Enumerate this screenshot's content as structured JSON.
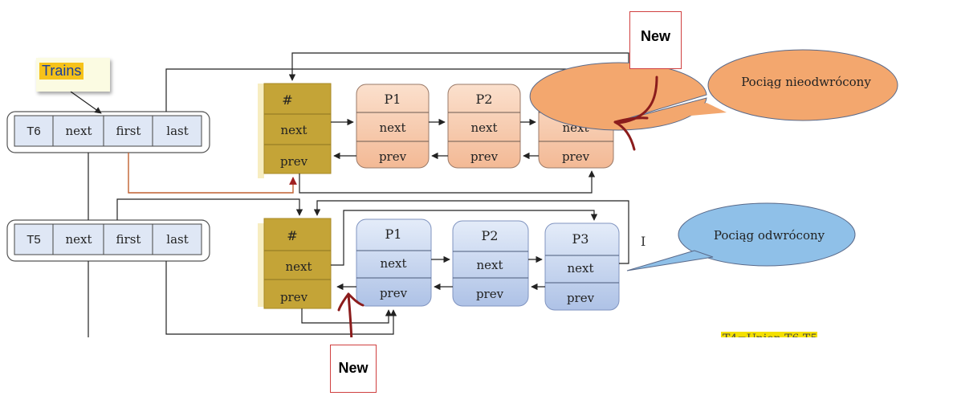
{
  "labels": {
    "trains": "Trains",
    "new_top": "New",
    "new_bottom": "New",
    "footer": "T4=Union T6,T5"
  },
  "t6": {
    "name": "T6",
    "fields": [
      "next",
      "first",
      "last"
    ]
  },
  "t5": {
    "name": "T5",
    "fields": [
      "next",
      "first",
      "last"
    ]
  },
  "train_top": {
    "head": {
      "title": "#",
      "next": "next",
      "prev": "prev"
    },
    "nodes": [
      {
        "title": "P1",
        "next": "next",
        "prev": "prev"
      },
      {
        "title": "P2",
        "next": "next",
        "prev": "prev"
      },
      {
        "title": "P3",
        "next": "next",
        "prev": "prev"
      }
    ],
    "callout": "Pociąg nieodwrócony"
  },
  "train_bottom": {
    "head": {
      "title": "#",
      "next": "next",
      "prev": "prev"
    },
    "nodes": [
      {
        "title": "P1",
        "next": "next",
        "prev": "prev"
      },
      {
        "title": "P2",
        "next": "next",
        "prev": "prev"
      },
      {
        "title": "P3",
        "next": "next",
        "prev": "prev"
      }
    ],
    "callout": "Pociąg odwrócony"
  },
  "colors": {
    "head_fill": "#c4a437",
    "orange_node": "#f6c6a8",
    "blue_node": "#c2d1ee",
    "callout_orange": "#f3a76e",
    "callout_blue": "#8fc0e8",
    "link_red": "#c06030",
    "drawn_arrow": "#8b1c1c"
  }
}
